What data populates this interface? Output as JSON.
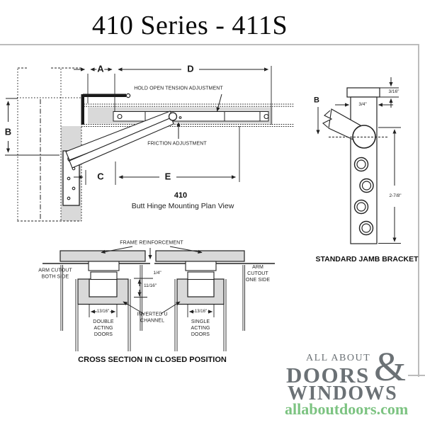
{
  "title": "410 Series - 411S",
  "plan_view": {
    "dims": {
      "a": "A",
      "b": "B",
      "c": "C",
      "d": "D",
      "e": "E"
    },
    "hold_open_label": "HOLD OPEN TENSION ADJUSTMENT",
    "friction_label": "FRICTION ADJUSTMENT",
    "caption_number": "410",
    "caption": "Butt Hinge Mounting Plan View"
  },
  "jamb_bracket": {
    "dim_b": "B",
    "dim_thickness": "3/16\"",
    "dim_width": "3/4\"",
    "dim_height": "2-7/8\"",
    "caption": "STANDARD JAMB BRACKET"
  },
  "cross_section": {
    "frame_reinforcement_label": "FRAME REINFORCEMENT",
    "arm_cutout_both_label": "ARM CUTOUT BOTH SIDE",
    "arm_cutout_one_label": "ARM CUTOUT ONE SIDE",
    "dim_gap": "1/4\"",
    "dim_depth": "11/16\"",
    "dim_channel_width_left": "13/16\"",
    "dim_channel_width_right": "13/16\"",
    "inverted_u_label": "INVERTED U CHANNEL",
    "double_acting_label": "DOUBLE ACTING DOORS",
    "single_acting_label": "SINGLE ACTING DOORS",
    "caption": "CROSS SECTION IN CLOSED POSITION"
  },
  "watermark": {
    "line1": "ALL ABOUT",
    "line2": "DOORS",
    "ampersand": "&",
    "line3": "WINDOWS",
    "website": "allaboutdoors.com",
    "colors": {
      "text": "#6b7175",
      "website": "#7cc381",
      "line_art": "#222222",
      "fill_gray": "#d9d9d9",
      "border": "#bcbcbc"
    }
  }
}
